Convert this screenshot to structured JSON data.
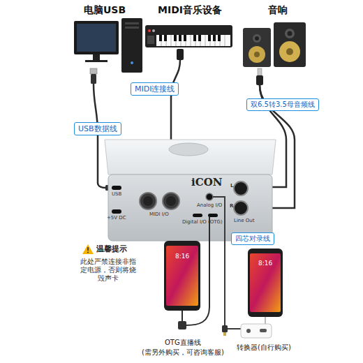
{
  "diagram": {
    "nodes": [
      {
        "text": [
          "USB数据线"
        ]
      },
      {
        "text": [
          "MIDI连接线"
        ]
      },
      {
        "text": [
          "双6.5转3.5母音频线"
        ]
      },
      {
        "text": [
          "四芯对录线"
        ]
      }
    ],
    "labels": [
      "电脑USB",
      "MIDI音乐设备",
      "音响",
      "USB",
      "+5V DC",
      "MIDI I/O",
      "iCON",
      "Analog I/O",
      "Digital I/O (OTG)",
      "Line Out",
      "L",
      "R",
      "温馨提示",
      "此处严禁连接非指定电源，否则将烧毁声卡",
      "8:16",
      "8:16",
      "OTG直播线",
      "(需另外购买，可咨询客服)",
      "转换器(自行购买)"
    ]
  }
}
